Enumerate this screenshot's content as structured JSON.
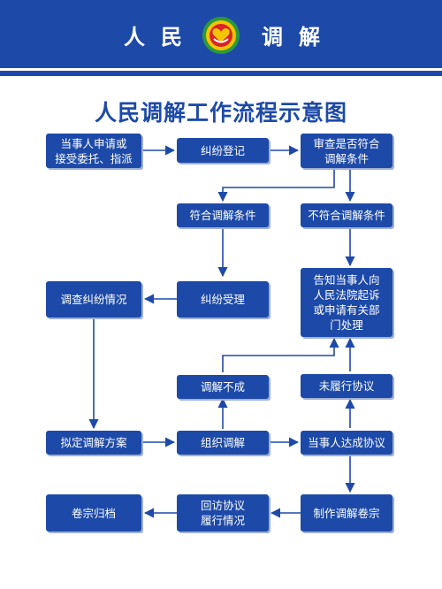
{
  "header": {
    "left_text": "人民",
    "right_text": "调解",
    "emblem_name": "people-mediation-emblem"
  },
  "title": "人民调解工作流程示意图",
  "colors": {
    "primary": "#1d4aa8",
    "arrow": "#1d4aa8",
    "emblem_red": "#d8232a",
    "emblem_yellow": "#f5c400",
    "emblem_green": "#2a9a3d"
  },
  "nodes": {
    "apply": "当事人申请或\n接受委托、指派",
    "register": "纠纷登记",
    "review": "审查是否符合\n调解条件",
    "eligible": "符合调解条件",
    "ineligible": "不符合调解条件",
    "investigate": "调查纠纷情况",
    "accept": "纠纷受理",
    "notify": "告知当事人向\n人民法院起诉\n或申请有关部\n门处理",
    "failed": "调解不成",
    "not_fulfilled": "未履行协议",
    "plan": "拟定调解方案",
    "organize": "组织调解",
    "agreement": "当事人达成协议",
    "archive": "卷宗归档",
    "revisit": "回访协议\n履行情况",
    "make_file": "制作调解卷宗"
  }
}
